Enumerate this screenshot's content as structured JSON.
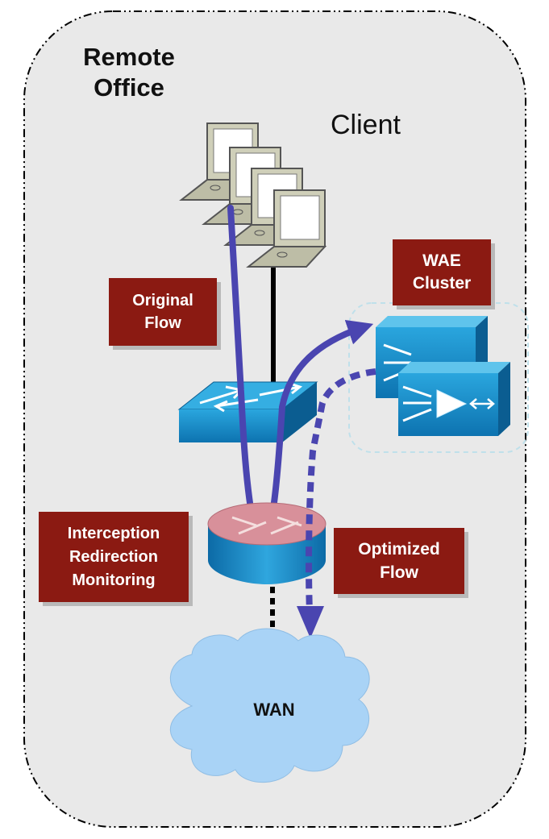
{
  "title_lines": [
    "Remote",
    "Office"
  ],
  "client_label": "Client",
  "wae_label": "WAE\nCluster",
  "original_flow_label": "Original\nFlow",
  "interception_label": "Interception\nRedirection\nMonitoring",
  "optimized_flow_label": "Optimized\nFlow",
  "wan_label": "WAN",
  "colors": {
    "background": "#e9e9e9",
    "flow": "#4a45b0",
    "label_box": "#8b1a12",
    "device_blue": "#1d8fc8",
    "cloud": "#a9d3f6"
  },
  "icons": [
    "laptop-icon",
    "switch-icon",
    "router-icon",
    "wae-appliance-icon",
    "cloud-icon"
  ]
}
